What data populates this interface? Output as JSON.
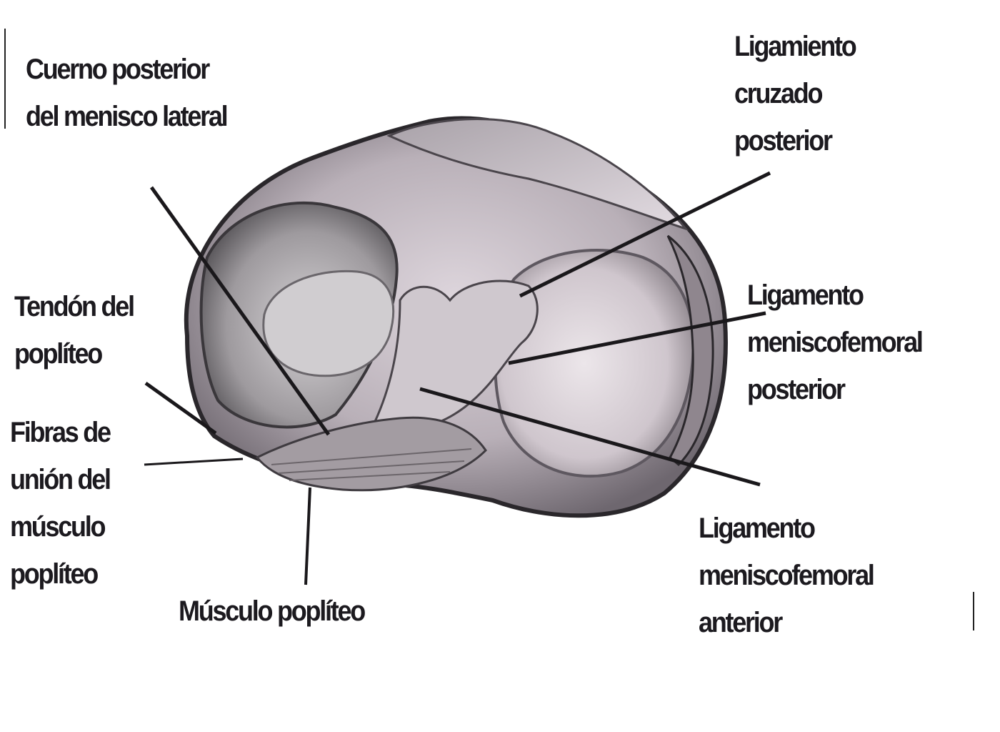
{
  "labels": {
    "cuerno_posterior": [
      "Cuerno posterior",
      "del menisco lateral"
    ],
    "lig_cruzado_posterior": [
      "Ligamiento",
      "cruzado",
      "posterior"
    ],
    "tendon_popliteo": [
      "Tendón del",
      "poplíteo"
    ],
    "lig_meniscofemoral_posterior": [
      "Ligamento",
      "meniscofemoral",
      "posterior"
    ],
    "fibras_union": [
      "Fibras de",
      "unión del",
      "músculo",
      "poplíteo"
    ],
    "musculo_popliteo": [
      "Músculo poplíteo"
    ],
    "lig_meniscofemoral_anterior": [
      "Ligamento",
      "meniscofemoral",
      "anterior"
    ]
  },
  "colors": {
    "ink": "#1c1a1f",
    "bone_light": "#e4dce2",
    "bone_mid": "#b7adb5",
    "bone_dark": "#5e5860",
    "outline": "#2a272b"
  }
}
